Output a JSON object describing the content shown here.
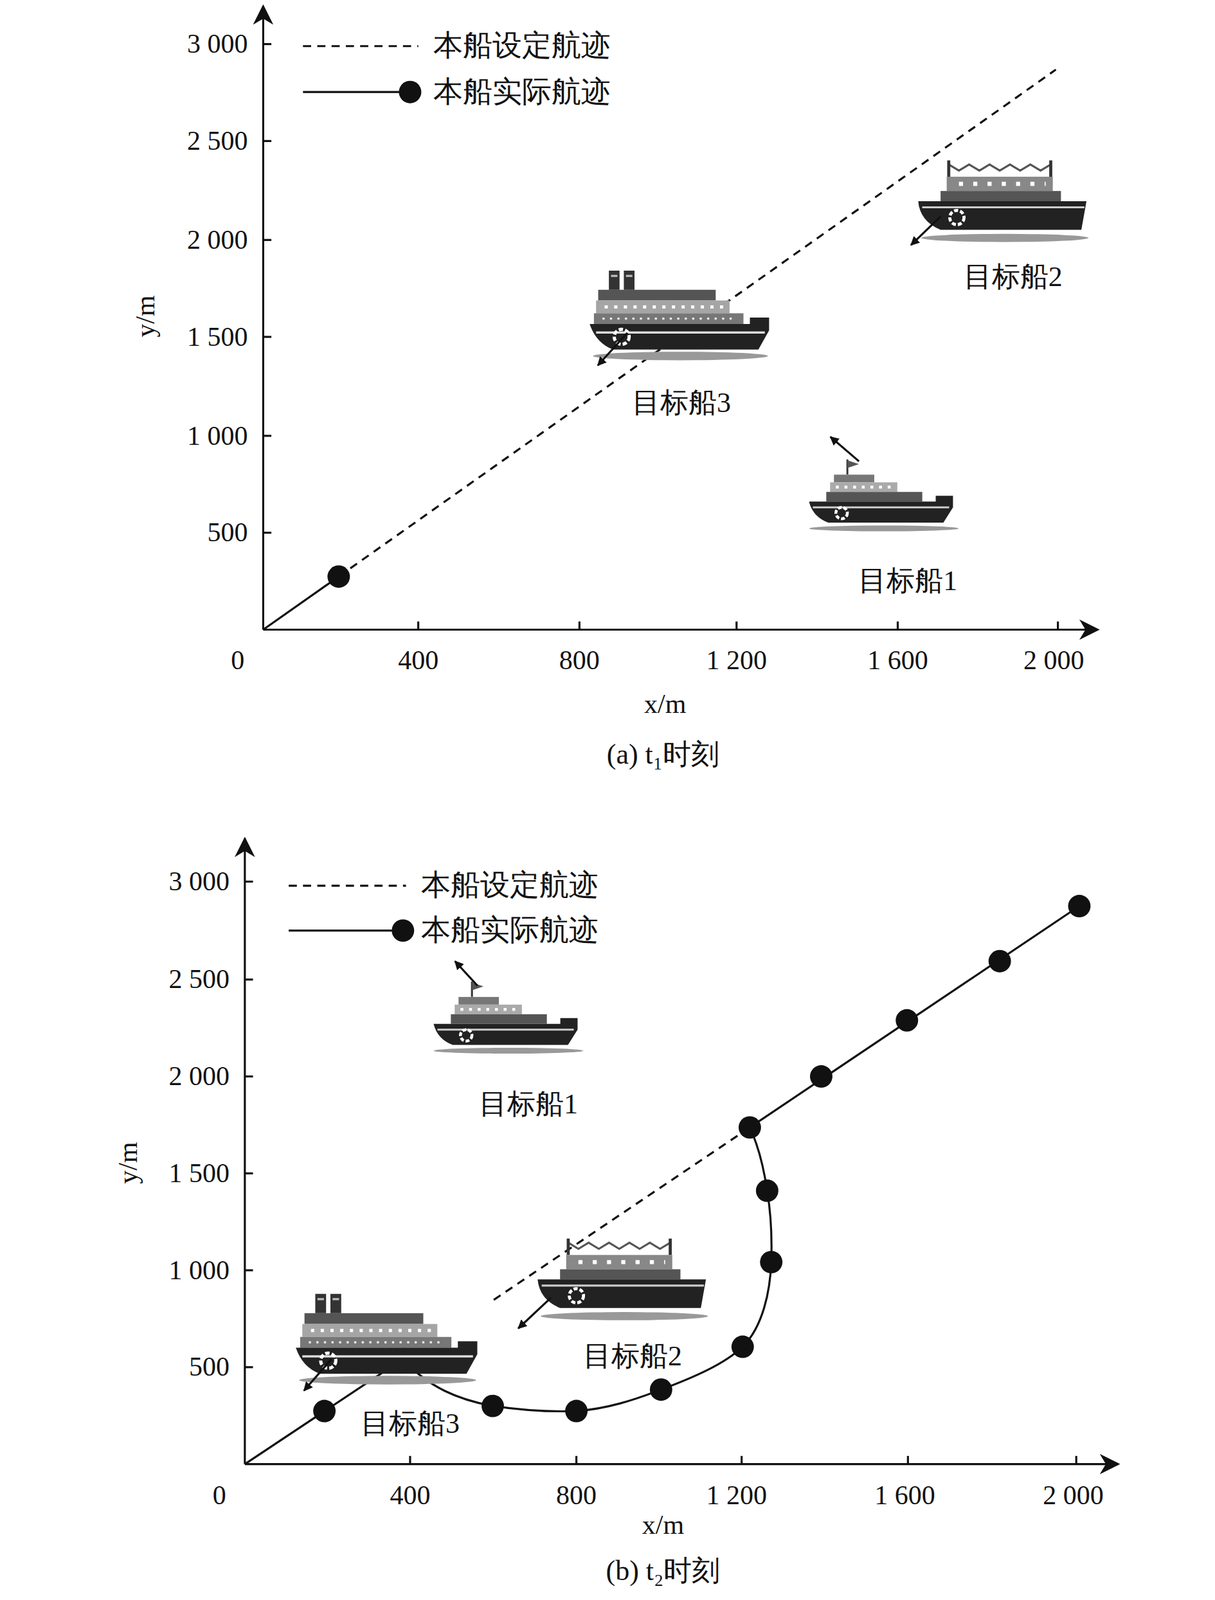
{
  "diagram": {
    "labels": [
      "3 000",
      "2 500",
      "2 000",
      "1 500",
      "1 000",
      "500",
      "0",
      "400",
      "800",
      "1 200",
      "1 600",
      "2 000",
      "y/m",
      "x/m",
      "目标船3",
      "目标船2",
      "目标船1",
      "(a) t₁时刻",
      "3 000",
      "2 500",
      "2 000",
      "1 500",
      "1 000",
      "500",
      "0",
      "400",
      "800",
      "1 200",
      "1 600",
      "2 000",
      "y/m",
      "x/m",
      "目标船1",
      "目标船2",
      "目标船3",
      "(b) t₂时刻"
    ],
    "legend": [
      {
        "text": "本船设定航迹"
      },
      {
        "text": "本船实际航迹"
      },
      {
        "text": "本船设定航迹"
      },
      {
        "text": "本船实际航迹"
      }
    ]
  }
}
